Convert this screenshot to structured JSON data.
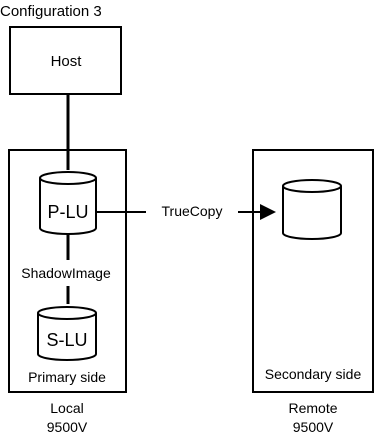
{
  "title": "Configuration 3",
  "host": {
    "label": "Host"
  },
  "local": {
    "primary_volume": "P-LU",
    "secondary_volume": "S-LU",
    "pair_label": "ShadowImage",
    "side_label": "Primary side",
    "site": "Local",
    "model": "9500V"
  },
  "remote": {
    "side_label": "Secondary side",
    "site": "Remote",
    "model": "9500V"
  },
  "link": {
    "label": "TrueCopy"
  },
  "colors": {
    "stroke": "#000000",
    "fill": "#ffffff",
    "text": "#000000"
  }
}
